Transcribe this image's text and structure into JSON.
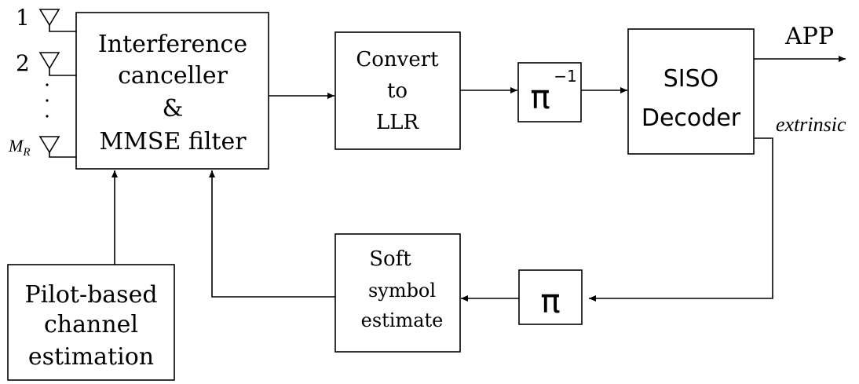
{
  "antennas": {
    "first": "1",
    "second": "2",
    "last_base": "M",
    "last_sub": "R"
  },
  "blocks": {
    "interference": [
      "Interference",
      "canceller",
      "&",
      "MMSE filter"
    ],
    "convert": [
      "Convert",
      "to",
      "LLR"
    ],
    "deinterleaver": {
      "symbol": "π",
      "exponent": "−1"
    },
    "siso": [
      "SISO",
      "Decoder"
    ],
    "interleaver": {
      "symbol": "π"
    },
    "soft": [
      "Soft",
      "symbol",
      "estimate"
    ],
    "pilot": [
      "Pilot-based",
      "channel",
      "estimation"
    ]
  },
  "signals": {
    "output": "APP",
    "feedback": "extrinsic"
  }
}
